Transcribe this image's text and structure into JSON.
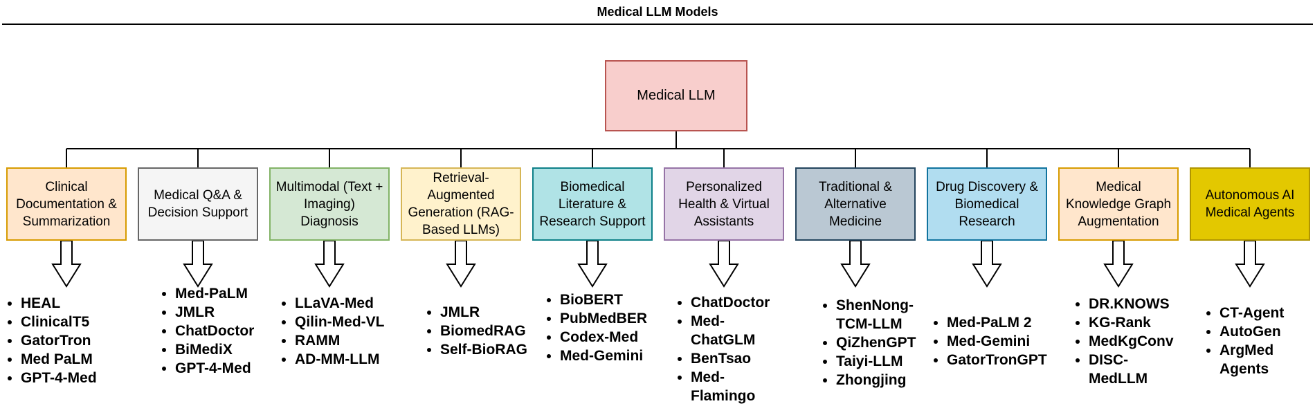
{
  "title": "Medical LLM Models",
  "root": {
    "label": "Medical LLM",
    "fill": "#f8cecc",
    "stroke": "#b85450"
  },
  "categories": [
    {
      "label": "Clinical Documentation & Summarization",
      "fill": "#ffe6cc",
      "stroke": "#d79b00",
      "models": [
        "HEAL",
        "ClinicalT5",
        "GatorTron",
        "Med PaLM",
        "GPT-4-Med"
      ]
    },
    {
      "label": "Medical Q&A & Decision Support",
      "fill": "#f5f5f5",
      "stroke": "#666666",
      "models": [
        "Med-PaLM",
        "JMLR",
        "ChatDoctor",
        "BiMediX",
        "GPT-4-Med"
      ]
    },
    {
      "label": "Multimodal (Text + Imaging) Diagnosis",
      "fill": "#d5e8d4",
      "stroke": "#82b366",
      "models": [
        "LLaVA-Med",
        "Qilin-Med-VL",
        "RAMM",
        "AD-MM-LLM"
      ]
    },
    {
      "label": "Retrieval-Augmented Generation (RAG-Based LLMs)",
      "fill": "#fff2cc",
      "stroke": "#d6b656",
      "models": [
        "JMLR",
        "BiomedRAG",
        "Self-BioRAG"
      ]
    },
    {
      "label": "Biomedical Literature & Research Support",
      "fill": "#b0e3e6",
      "stroke": "#0e8088",
      "models": [
        "BioBERT",
        "PubMedBER",
        "Codex-Med",
        "Med-Gemini"
      ]
    },
    {
      "label": "Personalized Health & Virtual Assistants",
      "fill": "#e1d5e7",
      "stroke": "#9673a6",
      "models": [
        "ChatDoctor",
        "Med-ChatGLM",
        "BenTsao",
        "Med-Flamingo"
      ]
    },
    {
      "label": "Traditional & Alternative Medicine",
      "fill": "#bac8d3",
      "stroke": "#23445d",
      "models": [
        "ShenNong-TCM-LLM",
        "QiZhenGPT",
        "Taiyi-LLM",
        "Zhongjing"
      ]
    },
    {
      "label": "Drug Discovery & Biomedical Research",
      "fill": "#b1ddf0",
      "stroke": "#10739e",
      "models": [
        "Med-PaLM 2",
        "Med-Gemini",
        "GatorTronGPT"
      ]
    },
    {
      "label": "Medical Knowledge Graph Augmentation",
      "fill": "#ffe6cc",
      "stroke": "#d79b00",
      "models": [
        "DR.KNOWS",
        "KG-Rank",
        "MedKgConv",
        "DISC-MedLLM"
      ]
    },
    {
      "label": "Autonomous AI Medical Agents",
      "fill": "#e3c800",
      "stroke": "#b09500",
      "models": [
        "CT-Agent",
        "AutoGen",
        "ArgMed Agents"
      ]
    }
  ]
}
